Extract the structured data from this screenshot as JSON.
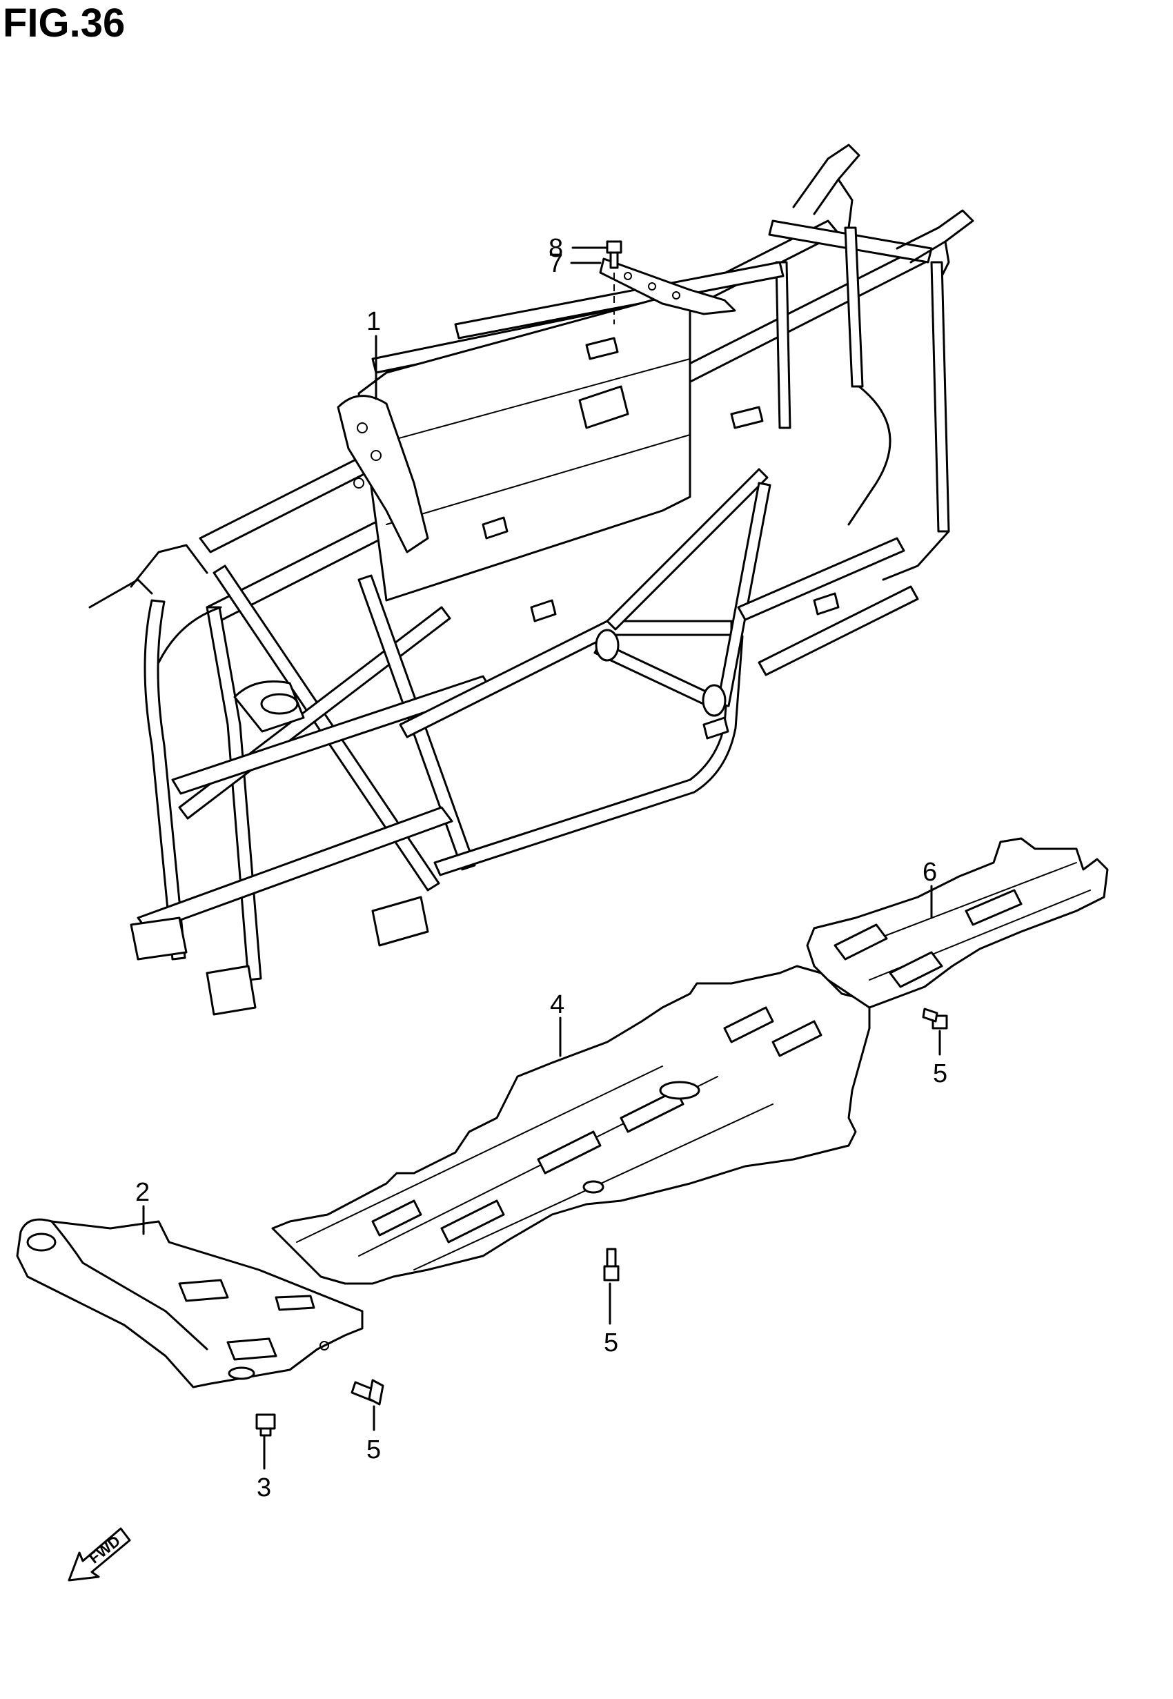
{
  "figure": {
    "title": "FIG.36"
  },
  "callouts": [
    {
      "id": "c1",
      "label": "1"
    },
    {
      "id": "c2",
      "label": "2"
    },
    {
      "id": "c3",
      "label": "3"
    },
    {
      "id": "c4",
      "label": "4"
    },
    {
      "id": "c5a",
      "label": "5"
    },
    {
      "id": "c5b",
      "label": "5"
    },
    {
      "id": "c5c",
      "label": "5"
    },
    {
      "id": "c6",
      "label": "6"
    },
    {
      "id": "c7",
      "label": "7"
    },
    {
      "id": "c8",
      "label": "8"
    }
  ],
  "direction_marker": {
    "label": "FWD",
    "icon": "fwd-arrow-icon"
  }
}
